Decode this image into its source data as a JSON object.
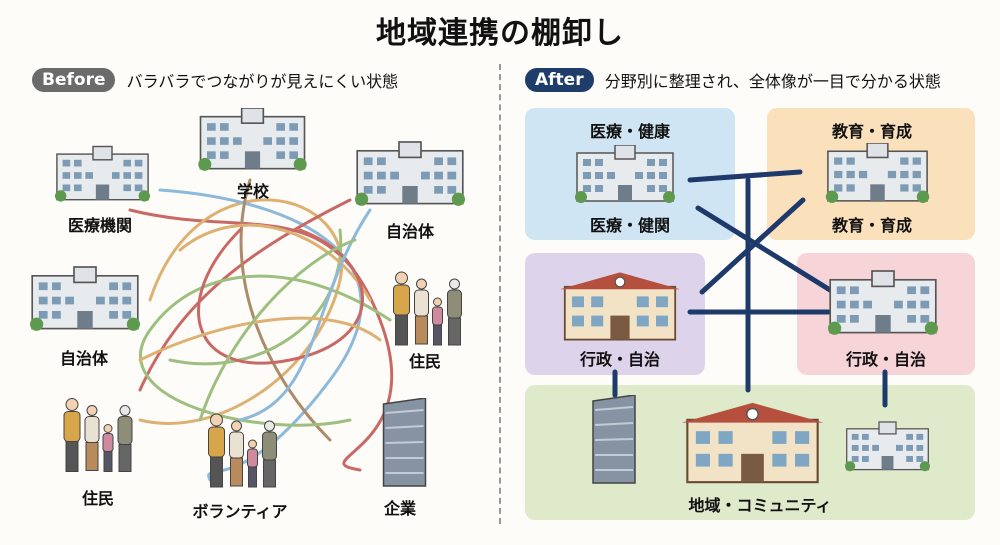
{
  "title": "地域連携の棚卸し",
  "colors": {
    "before": "#6b6b6b",
    "after": "#1f3d6b",
    "link": "#1e3a6a",
    "medical": "#cfe5f3",
    "education": "#fbe0bc",
    "admin_a": "#ddd4ec",
    "admin_b": "#f7d4d8",
    "community": "#dfeacb"
  },
  "before": {
    "badge": "Before",
    "caption": "バラバラでつながりが見えにくい状態",
    "labels": [
      "医療機関",
      "学校",
      "自治体",
      "自治体",
      "住民",
      "住民",
      "ボランティア",
      "企業"
    ]
  },
  "after": {
    "badge": "After",
    "caption": "分野別に整理され、全体像が一目で分かる状態",
    "groups": [
      {
        "title": "医療・健康",
        "label": "医療・健関"
      },
      {
        "title": "教育・育成",
        "label": "教育・育成"
      },
      {
        "label": "行政・自治"
      },
      {
        "label": "行政・自治"
      },
      {
        "label": "地域・コミュニティ"
      }
    ]
  }
}
